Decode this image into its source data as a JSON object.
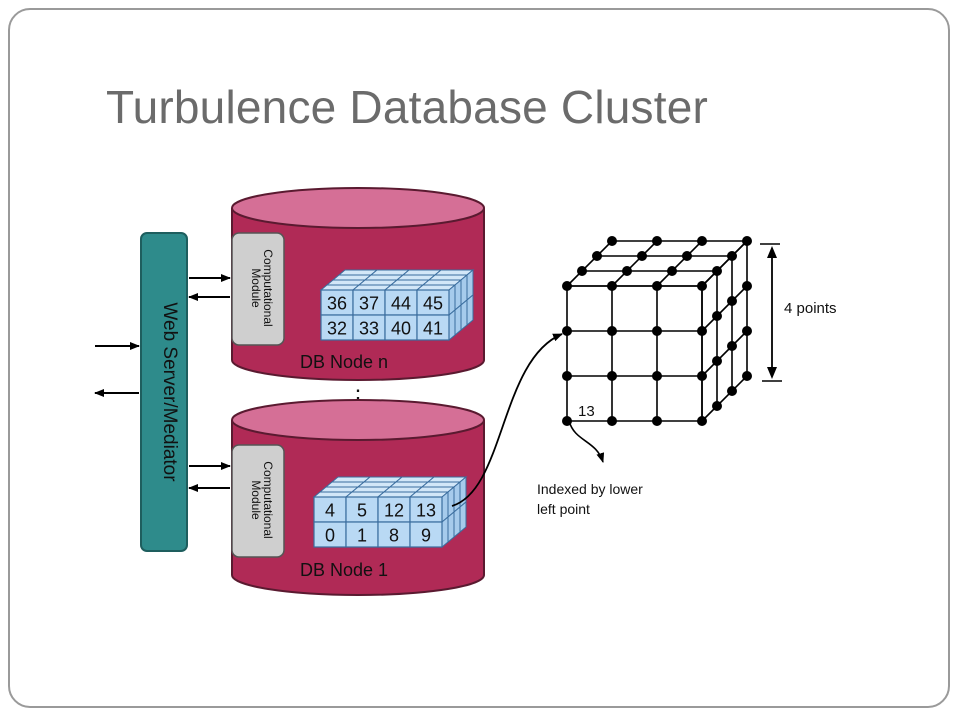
{
  "title": "Turbulence Database Cluster",
  "web_server_label": "Web Server/Mediator",
  "nodes": [
    {
      "label": "DB Node n",
      "module_label_line1": "Computational",
      "module_label_line2": "Module",
      "grid_top": [
        "36",
        "37",
        "44",
        "45"
      ],
      "grid_bottom": [
        "32",
        "33",
        "40",
        "41"
      ]
    },
    {
      "label": "DB Node 1",
      "module_label_line1": "Computational",
      "module_label_line2": "Module",
      "grid_top": [
        "4",
        "5",
        "12",
        "13"
      ],
      "grid_bottom": [
        "0",
        "1",
        "8",
        "9"
      ]
    }
  ],
  "ellipsis": "⋮",
  "cube": {
    "dimension_label": "4 points",
    "corner_label": "13",
    "note_line1": "Indexed by lower",
    "note_line2": "left point"
  },
  "colors": {
    "db_fill": "#b02a56",
    "db_top": "#d56f96",
    "module_fill": "#cfcfcf",
    "cell_fill": "#b9d9f4",
    "web_server_fill": "#2e8b8b",
    "title": "#6b6b6b"
  }
}
